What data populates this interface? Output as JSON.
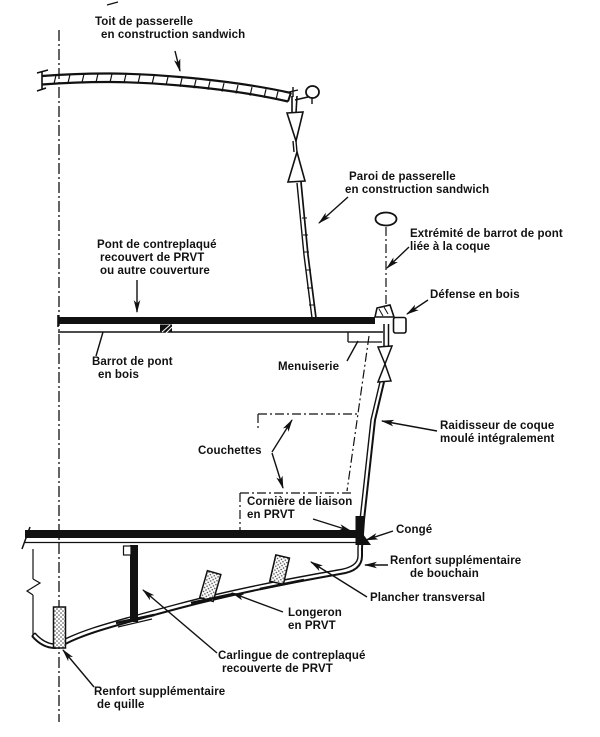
{
  "diagram_type": "technical-cross-section",
  "language": "fr",
  "colors": {
    "ink": "#111111",
    "background": "#ffffff"
  },
  "labels": {
    "toit": {
      "lines": [
        "Toit de passerelle",
        "en construction sandwich"
      ]
    },
    "paroi": {
      "lines": [
        "Paroi de passerelle",
        "en construction sandwich"
      ]
    },
    "pont": {
      "lines": [
        "Pont de contreplaqué",
        "recouvert de PRVT",
        "ou autre couverture"
      ]
    },
    "extremite": {
      "lines": [
        "Extrémité de barrot de pont",
        "liée à la coque"
      ]
    },
    "defense": {
      "lines": [
        "Défense en bois"
      ]
    },
    "barrot": {
      "lines": [
        "Barrot de pont",
        "en bois"
      ]
    },
    "menuiserie": {
      "lines": [
        "Menuiserie"
      ]
    },
    "couchettes": {
      "lines": [
        "Couchettes"
      ]
    },
    "raidisseur": {
      "lines": [
        "Raidisseur de coque",
        "moulé intégralement"
      ]
    },
    "corniere": {
      "lines": [
        "Cornière de liaison",
        "en PRVT"
      ]
    },
    "conge": {
      "lines": [
        "Congé"
      ]
    },
    "renfort_bouchain": {
      "lines": [
        "Renfort supplémentaire",
        "de bouchain"
      ]
    },
    "plancher": {
      "lines": [
        "Plancher transversal"
      ]
    },
    "longeron": {
      "lines": [
        "Longeron",
        "en  PRVT"
      ]
    },
    "carlingue": {
      "lines": [
        "Carlingue de contreplaqué",
        "recouverte de PRVT"
      ]
    },
    "renfort_quille": {
      "lines": [
        "Renfort supplémentaire",
        "de quille"
      ]
    }
  }
}
